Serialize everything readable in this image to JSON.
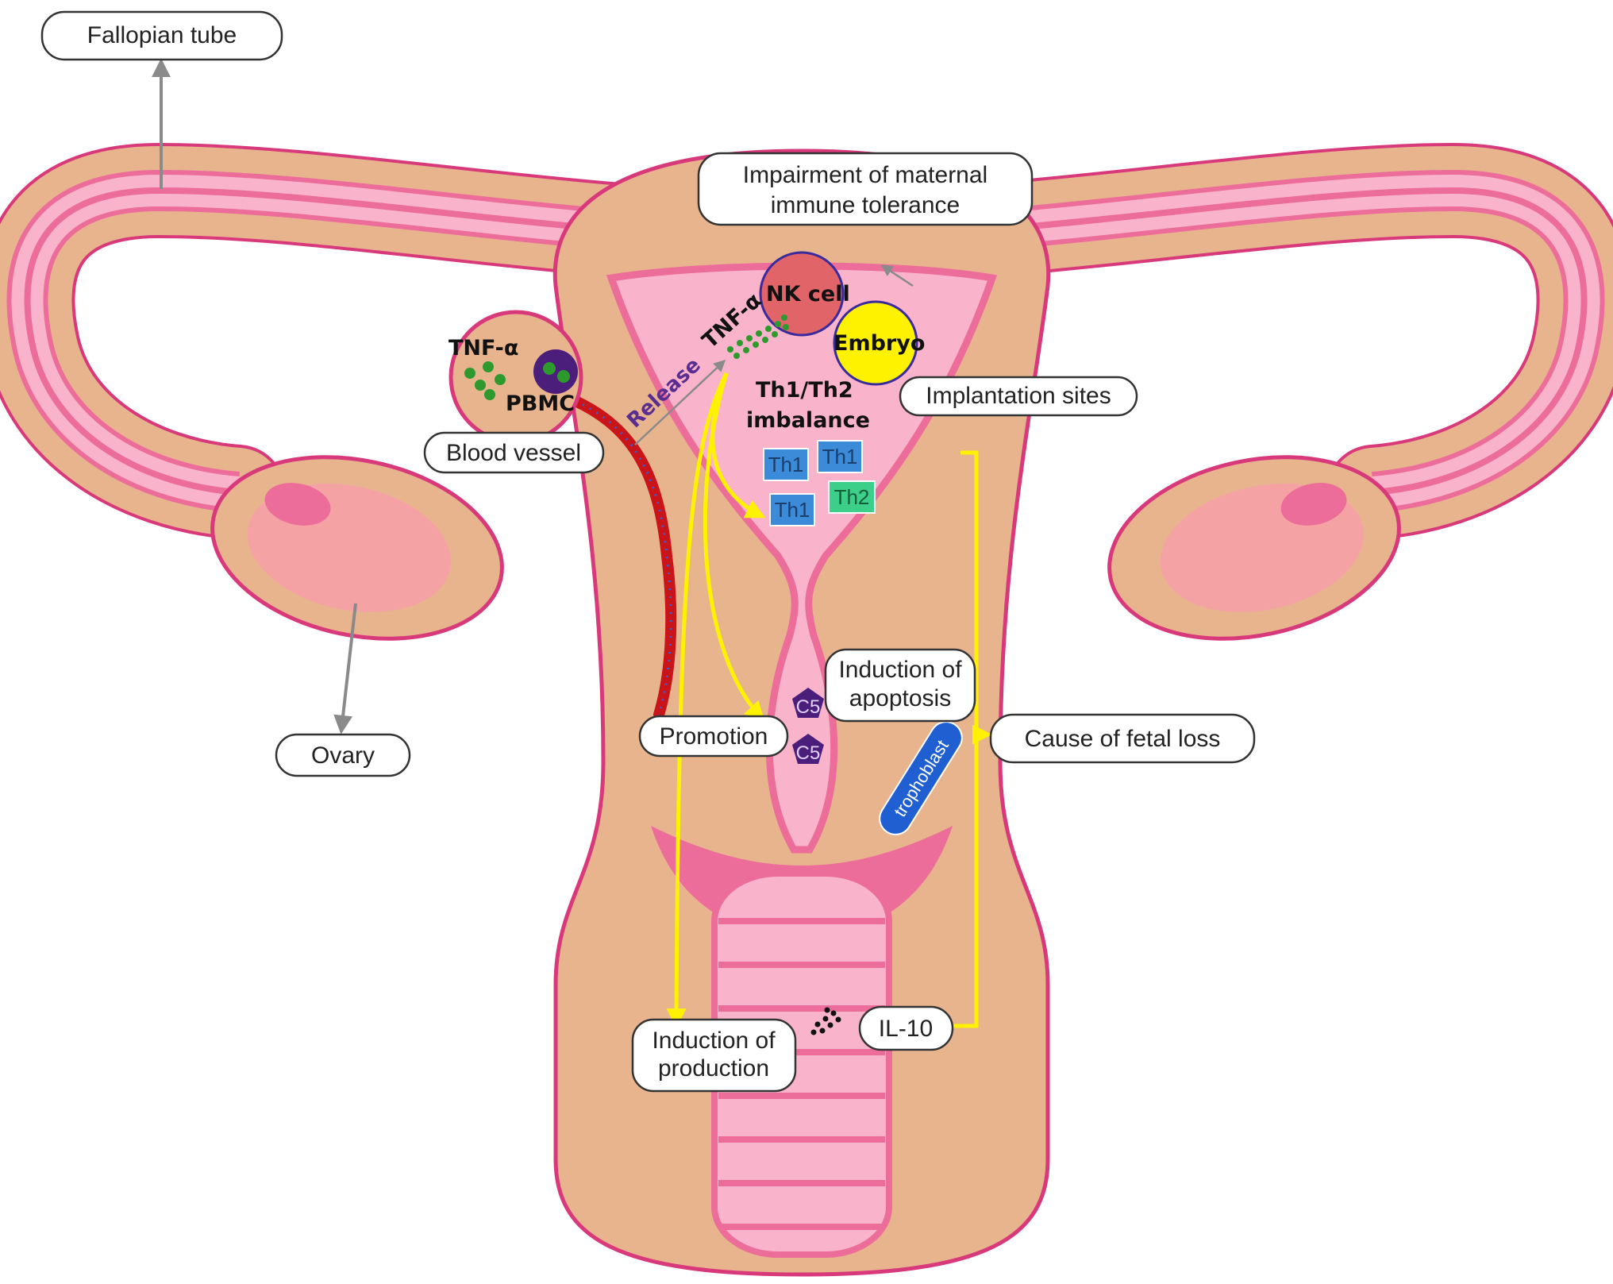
{
  "labels": {
    "fallopian_tube": "Fallopian tube",
    "ovary": "Ovary",
    "impairment_line1": "Impairment of maternal",
    "impairment_line2": "immune tolerance",
    "nk_cell": "NK cell",
    "embryo": "Embryo",
    "implantation_sites": "Implantation sites",
    "tnf_alpha_vessel": "TNF-α",
    "tnf_alpha_uterus": "TNF-α",
    "pbmc": "PBMC",
    "blood_vessel": "Blood vessel",
    "release": "Release",
    "th_imbalance_line1": "Th1/Th2",
    "th_imbalance_line2": "imbalance",
    "th1": "Th1",
    "th2": "Th2",
    "apoptosis_line1": "Induction of",
    "apoptosis_line2": "apoptosis",
    "promotion": "Promotion",
    "c5": "C5",
    "cause_fetal_loss": "Cause of fetal loss",
    "trophoblast": "trophoblast",
    "production_line1": "Induction of",
    "production_line2": "production",
    "il10": "IL-10"
  },
  "colors": {
    "outer_tissue": "#e8b48e",
    "tissue_outline": "#d8397a",
    "light_pink": "#f9b4cc",
    "mid_pink": "#ec6c9a",
    "ovary_inner": "#f5a2a5",
    "nk_cell": "#e06468",
    "embryo": "#fff200",
    "th1": "#3b8bd9",
    "th2": "#3ccf8a",
    "c5": "#4a1e7a",
    "arrow_yellow": "#fff200",
    "trophoblast": "#1f5fd1",
    "vessel": "#c9141a",
    "tnf_dots": "#2e9a2e",
    "release_text": "#5a2d91",
    "gray_arrow": "#8a8a8a"
  }
}
